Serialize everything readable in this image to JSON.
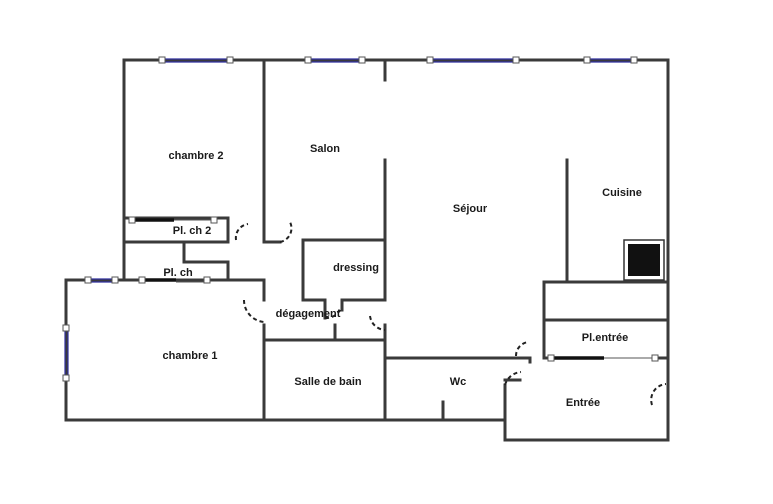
{
  "rooms": {
    "chambre2": "chambre 2",
    "salon": "Salon",
    "sejour": "Séjour",
    "cuisine": "Cuisine",
    "placard_ch2": "Pl. ch 2",
    "placard_ch": "Pl. ch",
    "dressing": "dressing",
    "degagement": "dégagement",
    "chambre1": "chambre 1",
    "salle_de_bain": "Salle de bain",
    "wc": "Wc",
    "placard_entree": "Pl.entrée",
    "entree": "Entrée"
  },
  "colors": {
    "wall": "#3a3a3a",
    "glazing": "#3030a0",
    "appliance": "#111111"
  }
}
